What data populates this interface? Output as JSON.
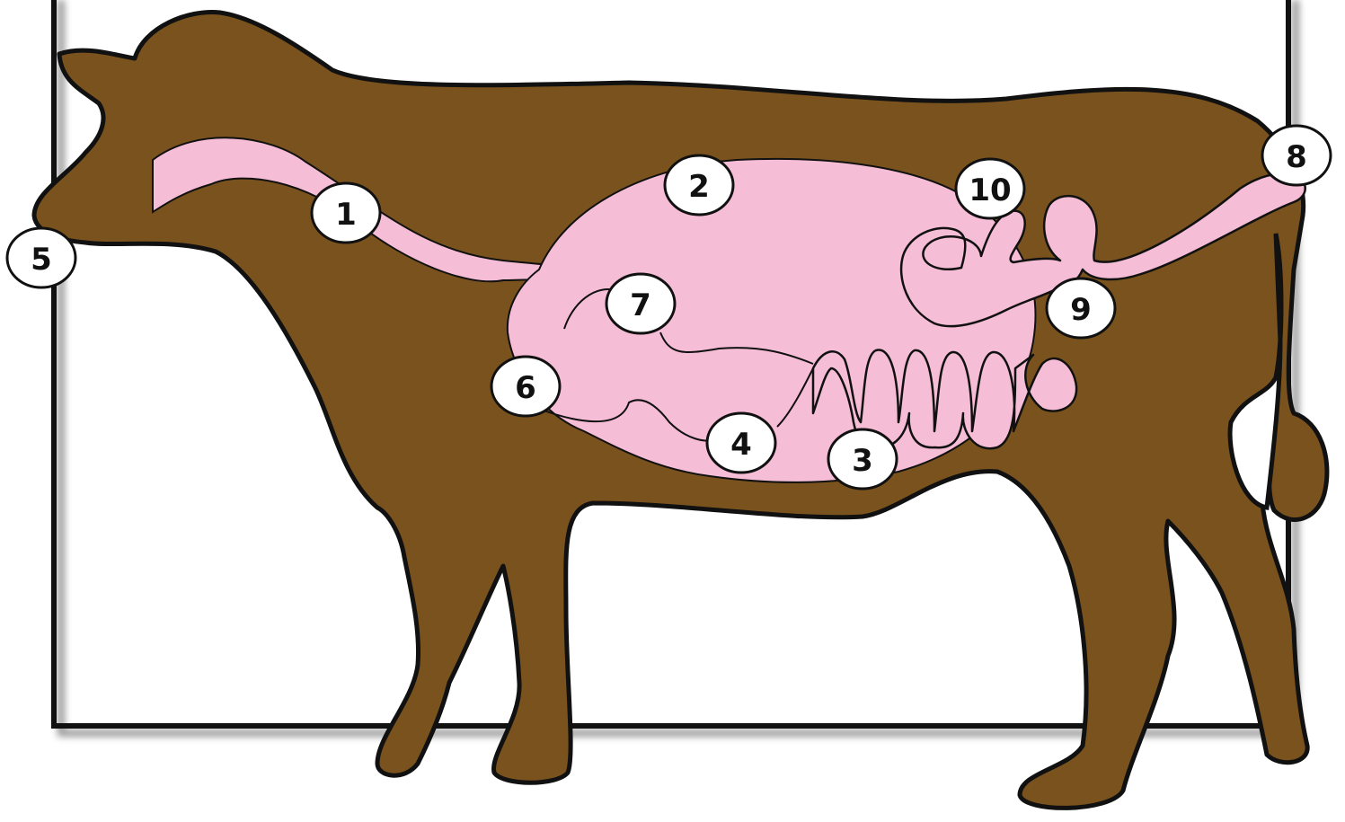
{
  "diagram": {
    "colors": {
      "body": "#7a521e",
      "organ": "#f6bdd6",
      "outline": "#111111",
      "frame": "#111111",
      "callout_fill": "#ffffff",
      "background": "#ffffff"
    },
    "callouts": [
      {
        "id": "1",
        "label": "1"
      },
      {
        "id": "2",
        "label": "2"
      },
      {
        "id": "3",
        "label": "3"
      },
      {
        "id": "4",
        "label": "4"
      },
      {
        "id": "5",
        "label": "5"
      },
      {
        "id": "6",
        "label": "6"
      },
      {
        "id": "7",
        "label": "7"
      },
      {
        "id": "8",
        "label": "8"
      },
      {
        "id": "9",
        "label": "9"
      },
      {
        "id": "10",
        "label": "10"
      }
    ]
  }
}
